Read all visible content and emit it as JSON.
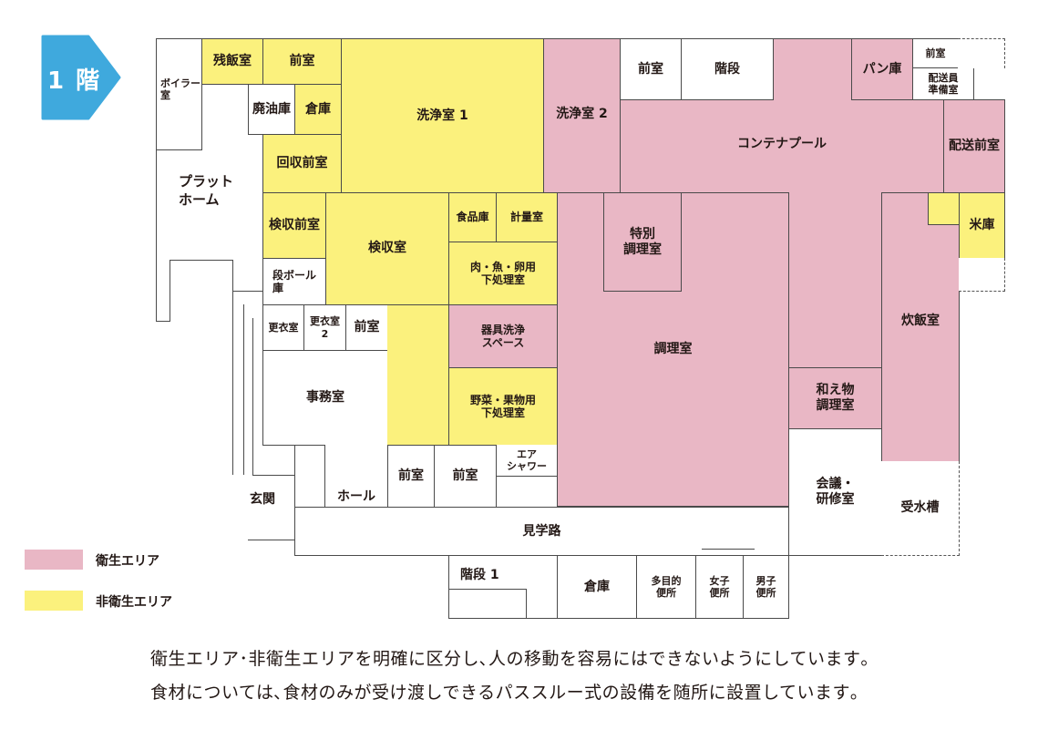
{
  "floor_label": "1 階",
  "colors": {
    "hygiene": "#e9b7c5",
    "non_hygiene": "#fbf17d",
    "badge": "#3fa9dd"
  },
  "rooms": {
    "boiler": "ボイラー\n室",
    "zanpan": "残飯室",
    "zenshitsu_top": "前室",
    "haiyu": "廃油庫",
    "souko_top": "倉庫",
    "kaishu_zen": "回収前室",
    "senjou1": "洗浄室 1",
    "senjou2": "洗浄室 2",
    "zenshitsu_stair": "前室",
    "kaidan": "階段",
    "container_pool": "コンテナプール",
    "pan": "パン庫",
    "zenshitsu_small": "前室",
    "haisouin": "配送員\n準備室",
    "haisou_zen": "配送前室",
    "platform": "プラット\nホーム",
    "kenshu_zen": "検収前室",
    "kenshu": "検収室",
    "shokuhin": "食品庫",
    "keiryou": "計量室",
    "niku": "肉・魚・卵用\n下処理室",
    "kigu": "器具洗浄\nスペース",
    "yasai": "野菜・果物用\n下処理室",
    "air_shower": "エア\nシャワー",
    "tokubetsu": "特別\n調理室",
    "chouri": "調理室",
    "aemono": "和え物\n調理室",
    "suihan": "炊飯室",
    "kome": "米庫",
    "danboru": "段ボール\n庫",
    "kouishitsu1": "更衣室",
    "kouishitsu2": "更衣室\n2",
    "zenshitsu_kouii": "前室",
    "jimu": "事務室",
    "zenshitsu_b1": "前室",
    "zenshitsu_b2": "前室",
    "genkan": "玄関",
    "hall": "ホール",
    "kengakuro": "見学路",
    "kaigi": "会議・\n研修室",
    "jusui": "受水槽",
    "kaidan1": "階段 1",
    "souko_bottom": "倉庫",
    "tamokuteki": "多目的\n便所",
    "joshi": "女子\n便所",
    "danshi": "男子\n便所"
  },
  "legend": {
    "hygiene_label": "衛生エリア",
    "non_hygiene_label": "非衛生エリア"
  },
  "caption": {
    "line1": "衛生エリア･非衛生エリアを明確に区分し､人の移動を容易にはできないようにしています｡",
    "line2": "食材については､食材のみが受け渡しできるパススルー式の設備を随所に設置しています｡"
  }
}
